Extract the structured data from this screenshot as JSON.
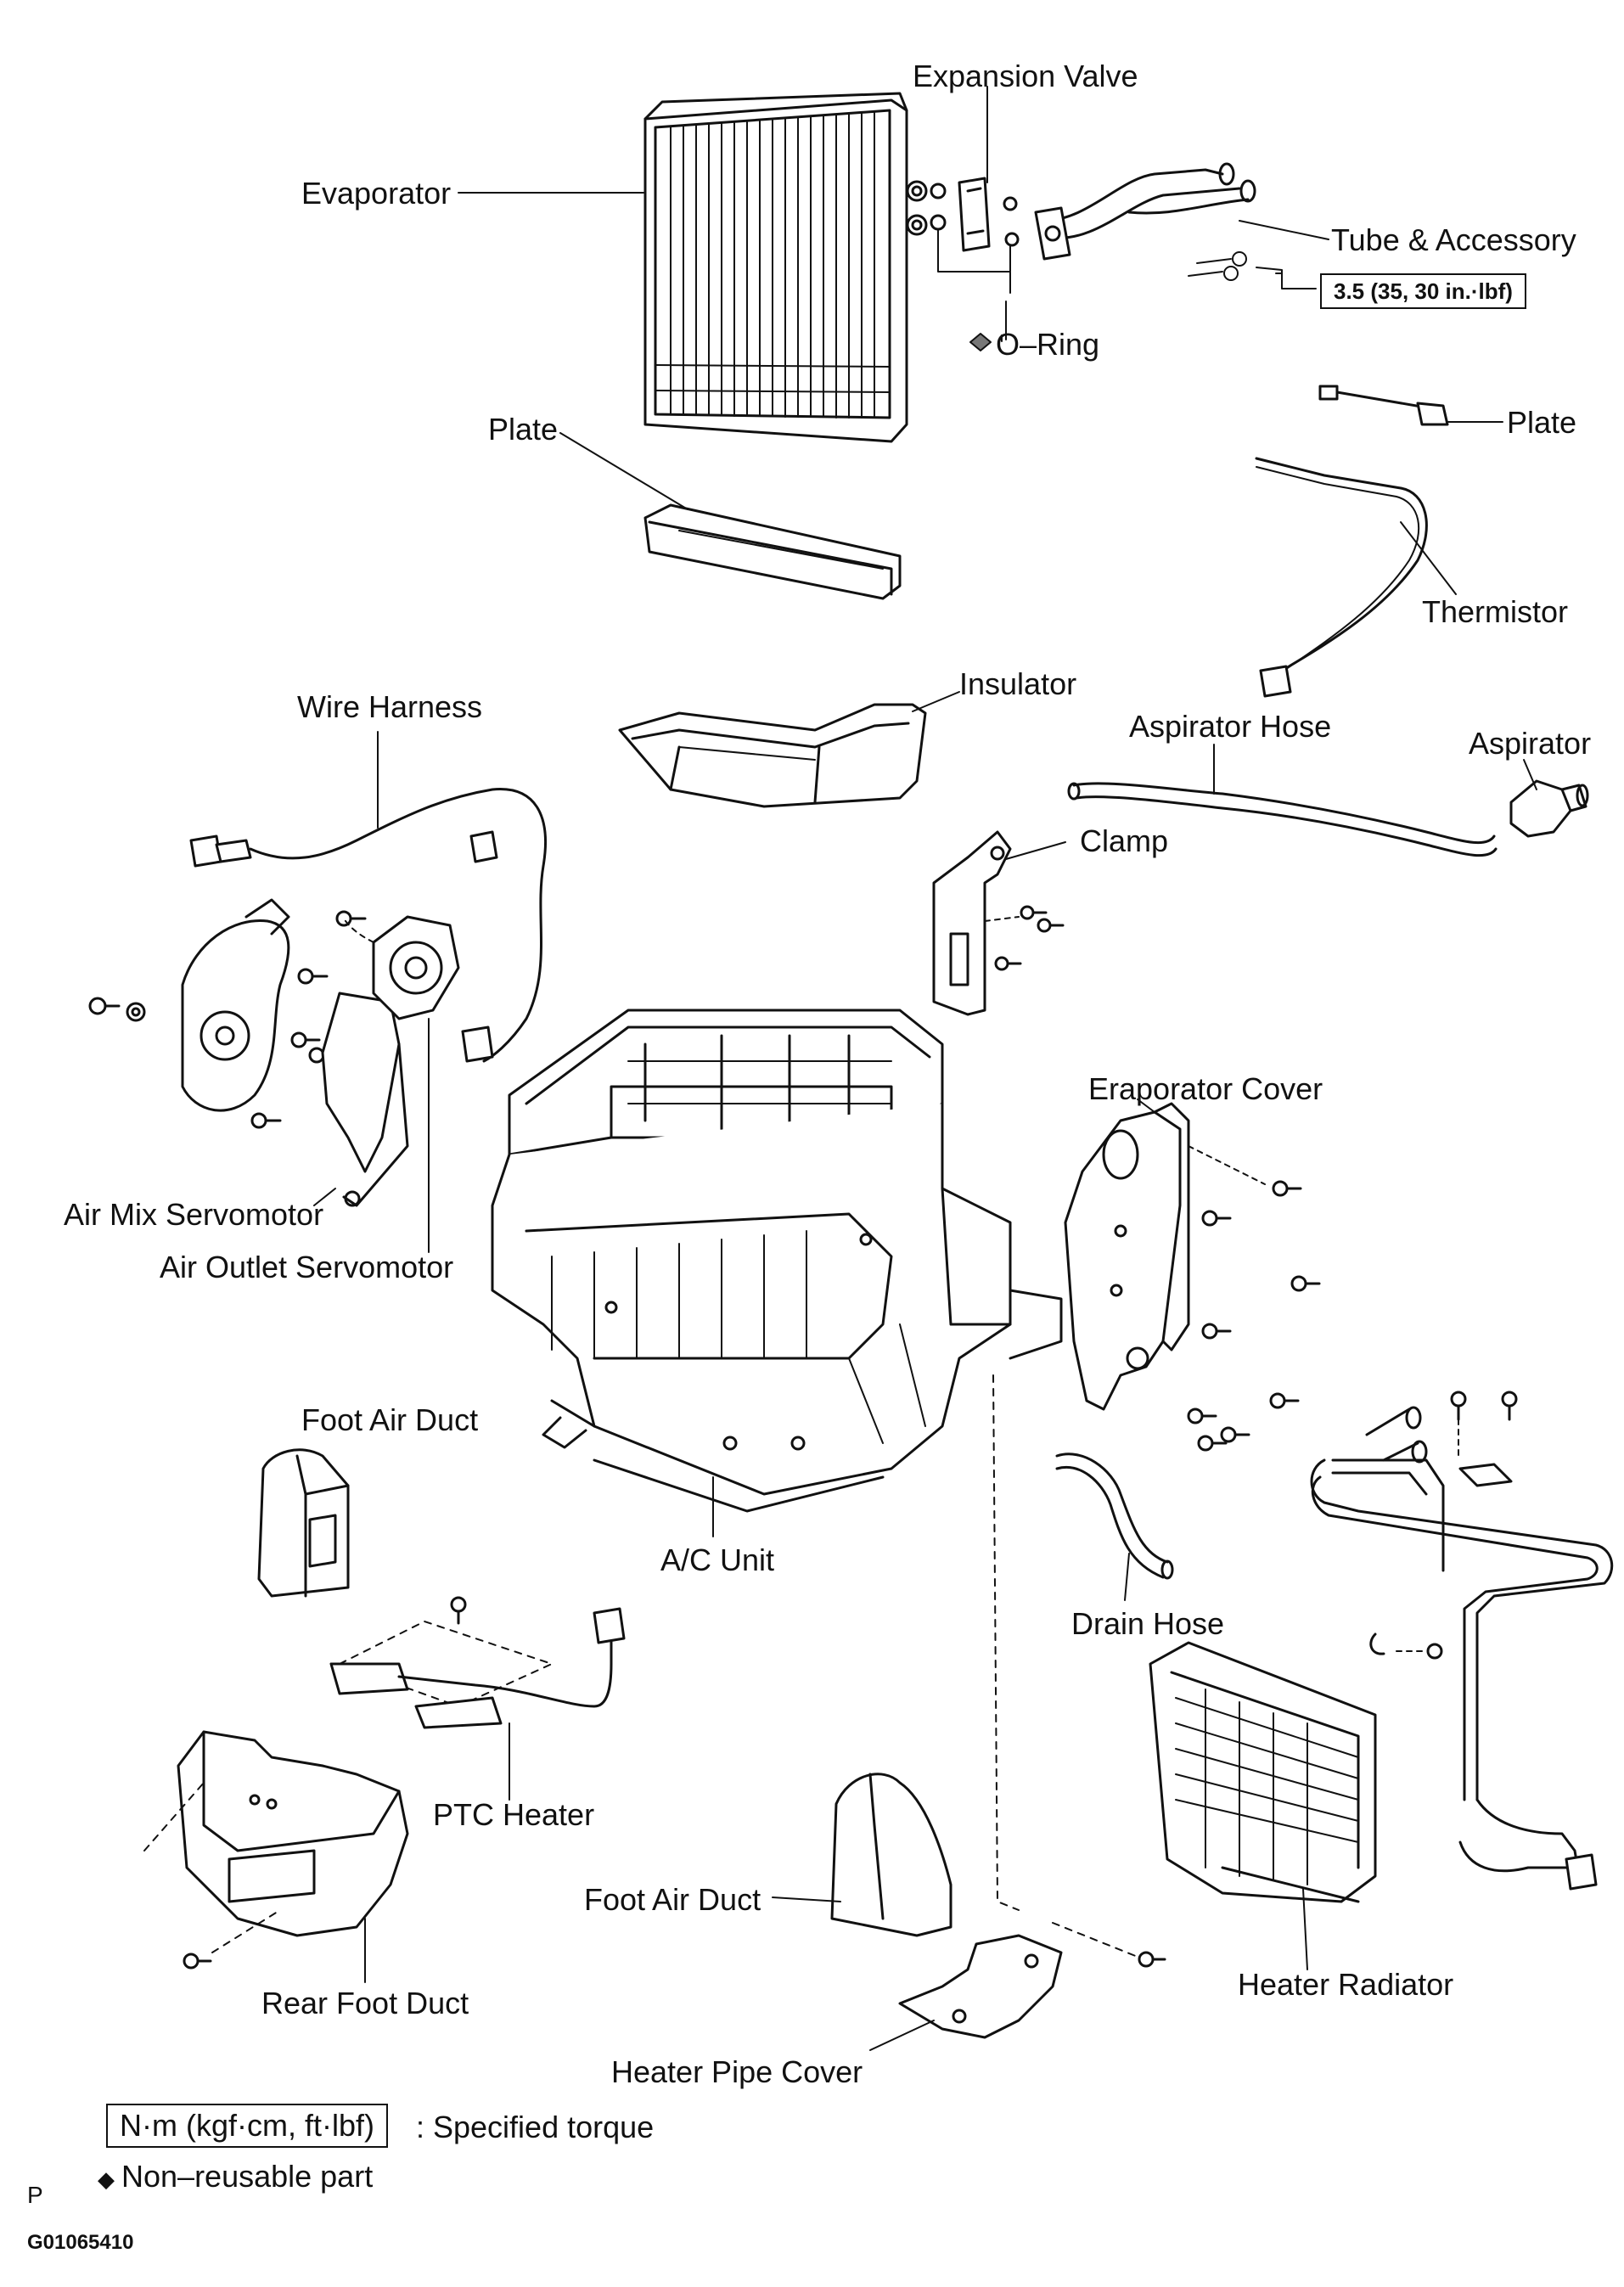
{
  "labels": {
    "expansion_valve": "Expansion Valve",
    "evaporator": "Evaporator",
    "tube_accessory": "Tube & Accessory",
    "torque_spec": "3.5 (35, 30 in.·lbf)",
    "o_ring": "O–Ring",
    "plate_top": "Plate",
    "plate_right": "Plate",
    "thermistor": "Thermistor",
    "insulator": "Insulator",
    "wire_harness": "Wire Harness",
    "aspirator_hose": "Aspirator Hose",
    "aspirator": "Aspirator",
    "clamp": "Clamp",
    "evaporator_cover": "Eraporator Cover",
    "air_mix_servomotor": "Air Mix Servomotor",
    "air_outlet_servomotor": "Air Outlet Servomotor",
    "foot_air_duct_left": "Foot Air Duct",
    "ac_unit": "A/C Unit",
    "drain_hose": "Drain Hose",
    "ptc_heater": "PTC Heater",
    "foot_air_duct_bottom": "Foot Air Duct",
    "heater_radiator": "Heater Radiator",
    "rear_foot_duct": "Rear Foot Duct",
    "heater_pipe_cover": "Heater Pipe Cover"
  },
  "legend": {
    "torque_unit": "N·m (kgf·cm, ft·lbf)",
    "torque_text": ": Specified torque",
    "nonreusable_symbol": "◆",
    "nonreusable_text": "Non–reusable part"
  },
  "footer": {
    "letter": "P",
    "code": "G01065410"
  }
}
